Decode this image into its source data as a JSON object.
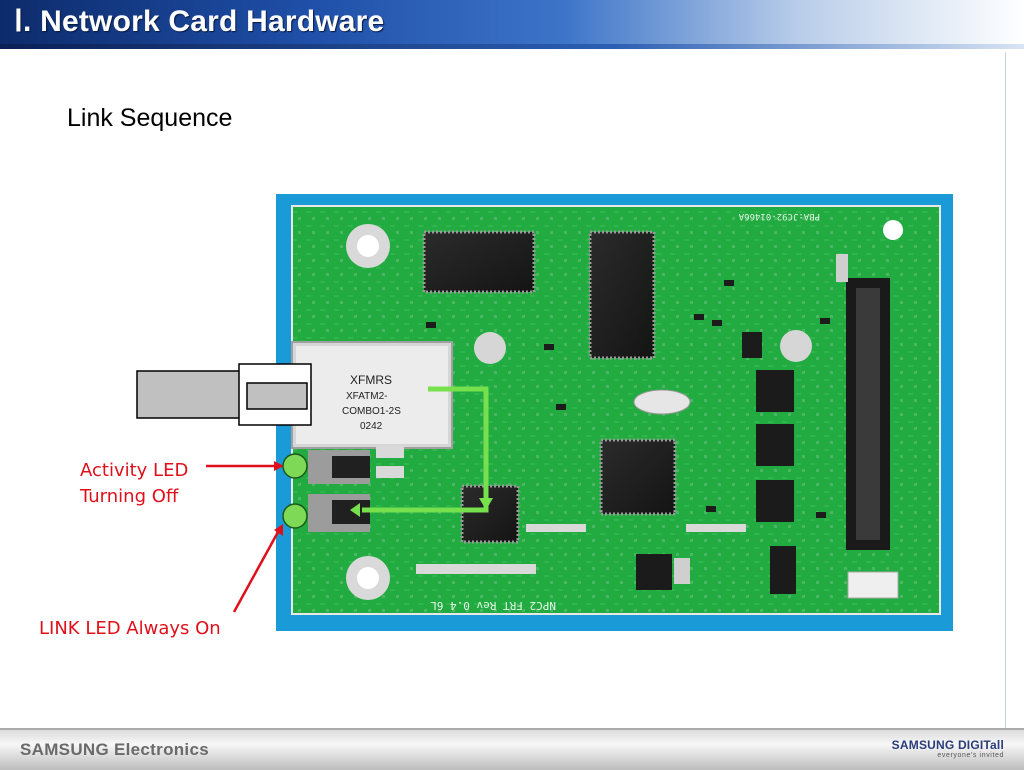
{
  "header": {
    "title": "Ⅰ. Network Card Hardware"
  },
  "subtitle": "Link Sequence",
  "board": {
    "transformer_lines": [
      "XFMRS",
      "XFATM2-",
      "COMBO1-2S",
      "0242"
    ],
    "edge_silkscreen": "NPC2 FRT Rev 0.4 6L",
    "top_silkscreen": "PBA:JC92-01466A"
  },
  "callouts": {
    "activity_led": [
      "Activity LED",
      "Turning Off"
    ],
    "link_led": "LINK LED Always On",
    "callout_color": "#e0101a",
    "led_color": "#7ed957"
  },
  "footer": {
    "left": "SAMSUNG Electronics",
    "right_brand": "SAMSUNG DIGITall",
    "right_tag": "everyone's invited"
  }
}
